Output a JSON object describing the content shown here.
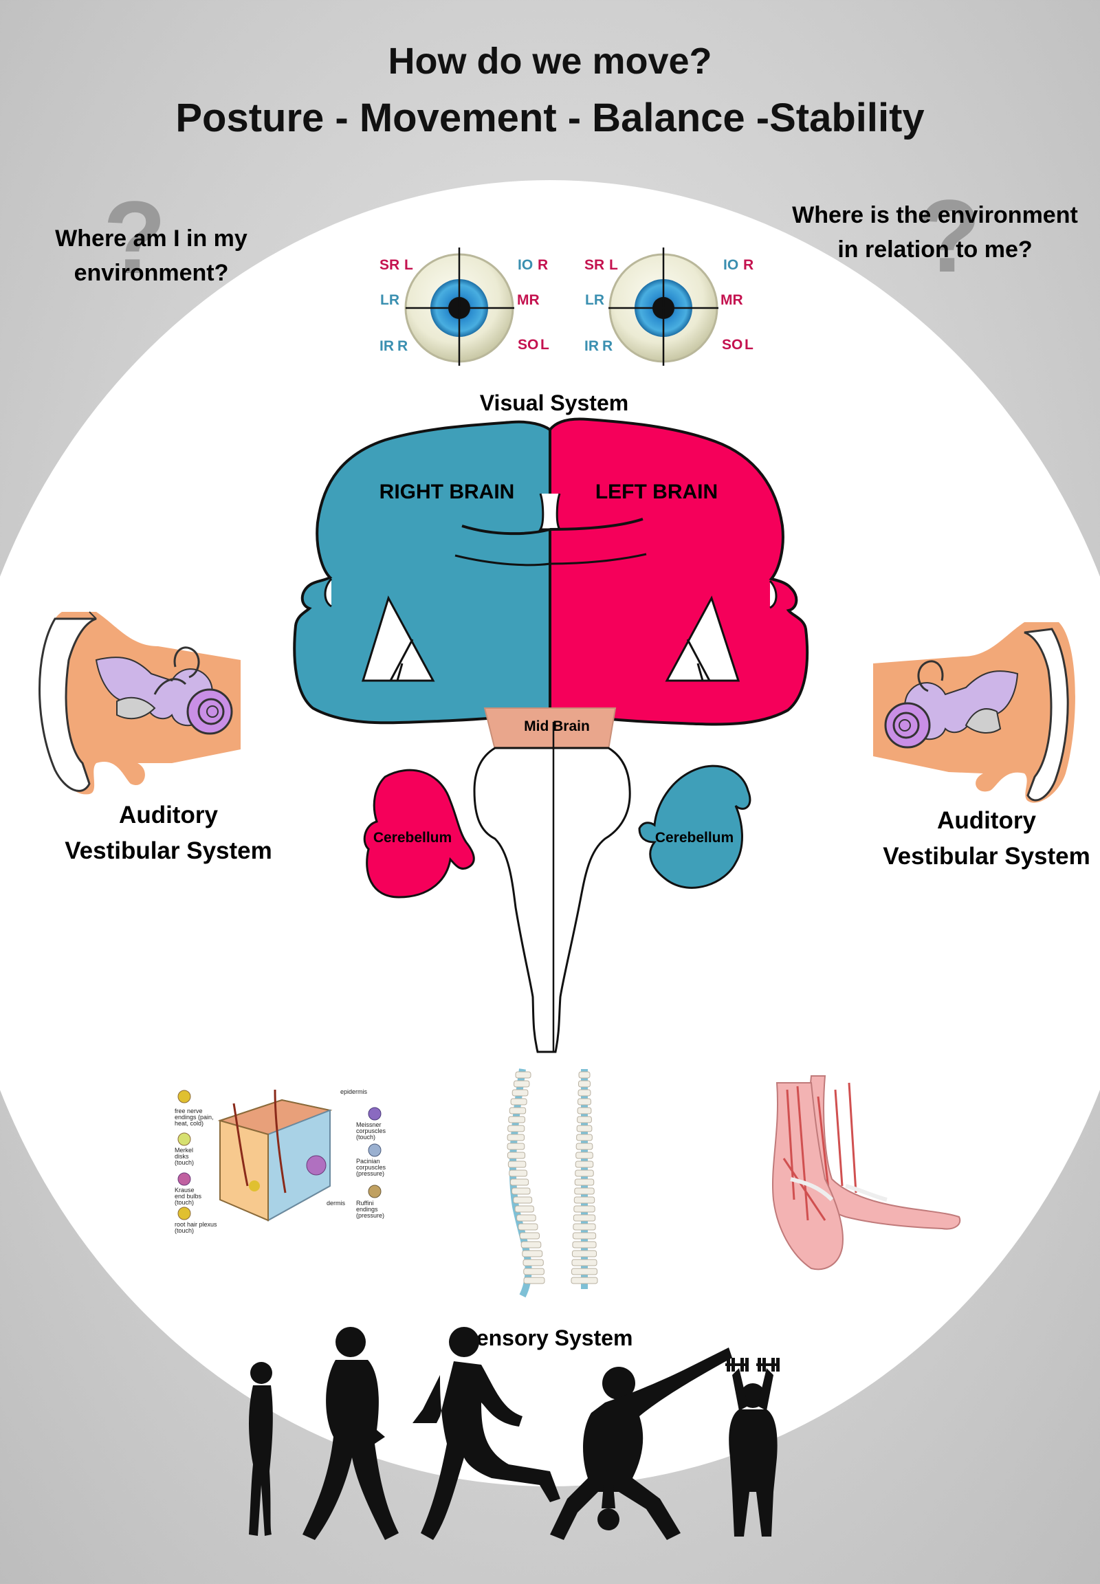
{
  "title": {
    "line1": "How do we move?",
    "line2": "Posture - Movement - Balance -Stability"
  },
  "questions": {
    "left_line1": "Where am I  in my",
    "left_line2": "environment?",
    "right_line1": "Where is the environment",
    "right_line2": "in relation to me?",
    "mark": "?"
  },
  "eyes": {
    "left": {
      "tl": "SR",
      "tl_sub": "L",
      "tr": "IO",
      "tr_sub": "R",
      "ml": "LR",
      "mr": "MR",
      "bl": "IR",
      "bl_sub": "R",
      "br": "SO",
      "br_sub": "L"
    },
    "right": {
      "tl": "SR",
      "tl_sub": "L",
      "tr": "IO",
      "tr_sub": "R",
      "ml": "LR",
      "mr": "MR",
      "bl": "IR",
      "bl_sub": "R",
      "br": "SO",
      "br_sub": "L"
    }
  },
  "labels": {
    "visual_system": "Visual System",
    "right_brain": "RIGHT BRAIN",
    "left_brain": "LEFT BRAIN",
    "mid_brain": "Mid Brain",
    "cerebellum": "Cerebellum",
    "auditory_line1": "Auditory",
    "auditory_line2": "Vestibular System",
    "sensory_system": "Sensory System"
  },
  "skin_diagram": {
    "free_nerve_1": "free nerve",
    "free_nerve_2": "endings (pain,",
    "free_nerve_3": "heat, cold)",
    "merkel_1": "Merkel",
    "merkel_2": "disks",
    "merkel_3": "(touch)",
    "krause_1": "Krause",
    "krause_2": "end bulbs",
    "krause_3": "(touch)",
    "root_1": "root hair plexus",
    "root_2": "(touch)",
    "epidermis": "epidermis",
    "meissner_1": "Meissner",
    "meissner_2": "corpuscles",
    "meissner_3": "(touch)",
    "pacinian_1": "Pacinian",
    "pacinian_2": "corpuscles",
    "pacinian_3": "(pressure)",
    "dermis": "dermis",
    "ruffini_1": "Ruffini",
    "ruffini_2": "endings",
    "ruffini_3": "(pressure)"
  },
  "colors": {
    "right_brain": "#3f9fb9",
    "left_brain": "#f5005a",
    "mid_brain": "#e9a68c",
    "eye_label_red": "#c4124f",
    "eye_label_blue": "#3a8fb0",
    "question_mark": "#9a9a9a"
  }
}
